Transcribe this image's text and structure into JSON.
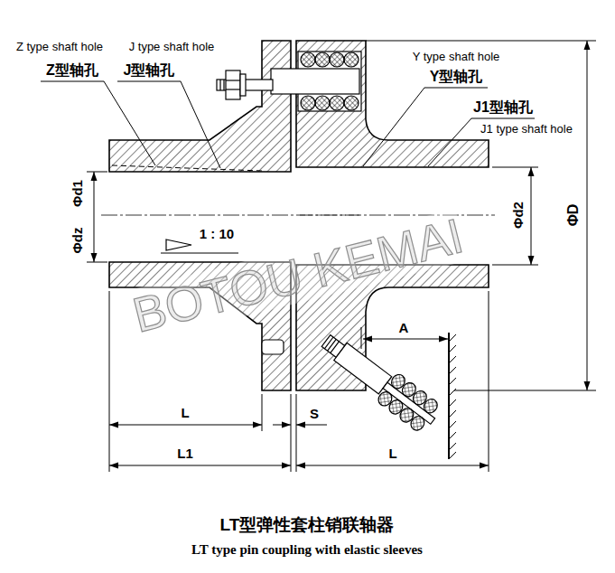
{
  "diagram": {
    "title": "LT型弹性套柱销联轴器",
    "caption": "LT type pin coupling with elastic sleeves",
    "labels": [
      "Z type shaft hole",
      "J type shaft hole",
      "Z型轴孔",
      "J型轴孔",
      "Y type shaft hole",
      "Y型轴孔",
      "J1型轴孔",
      "J1 type shaft hole",
      "Φd1",
      "Φdz",
      "1 : 10",
      "Φd2",
      "ΦD",
      "A",
      "L",
      "S",
      "L1",
      "L",
      "BOTOU KEMAI"
    ]
  }
}
